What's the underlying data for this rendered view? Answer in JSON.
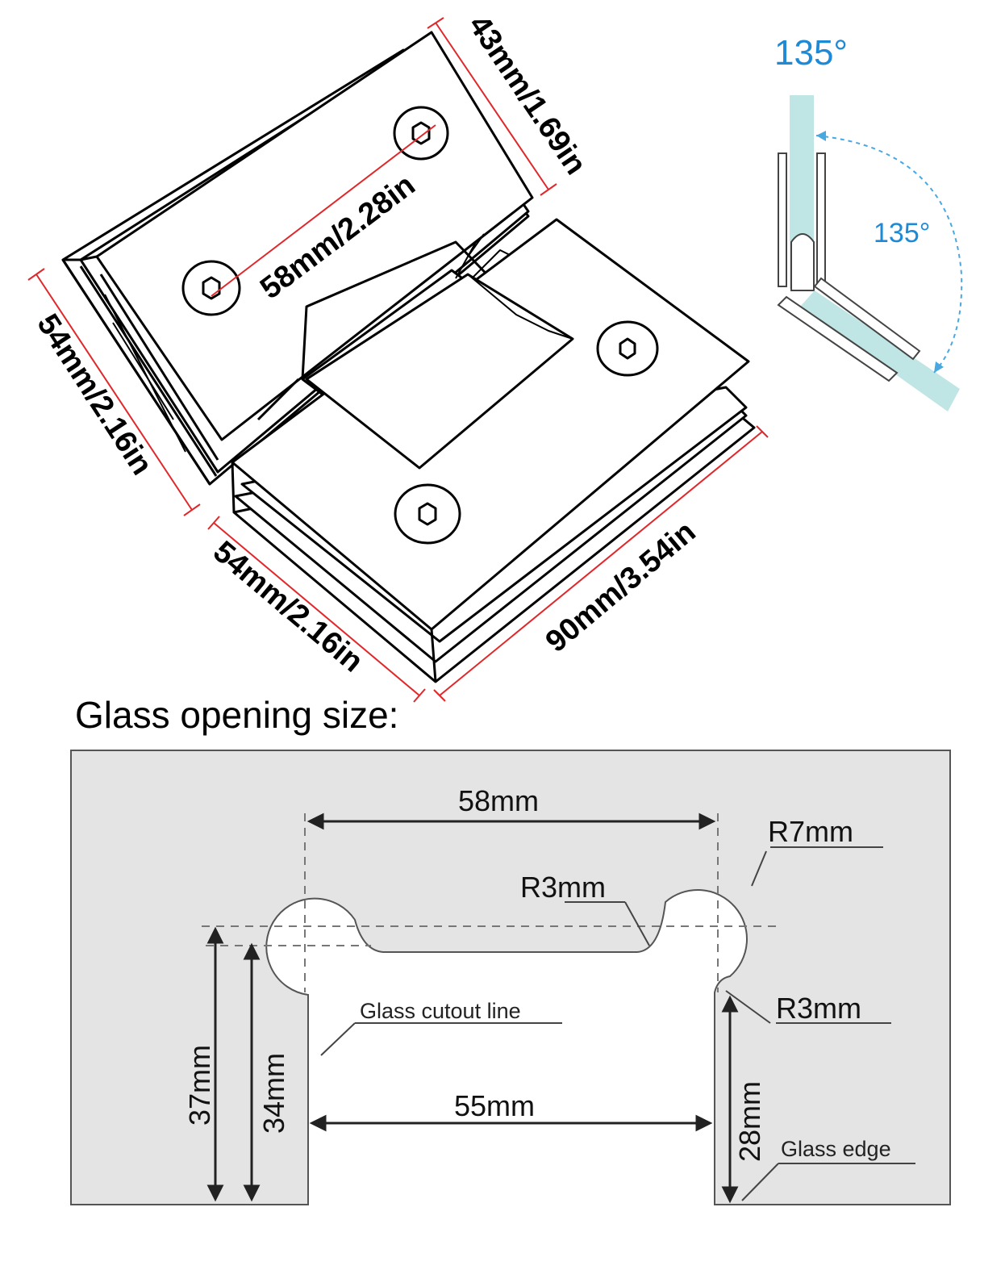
{
  "hinge_dimensions": {
    "top_edge": "43mm/1.69in",
    "hole_spacing": "58mm/2.28in",
    "left_height": "54mm/2.16in",
    "bottom_width": "54mm/2.16in",
    "bottom_length": "90mm/3.54in"
  },
  "angle_diagram": {
    "label_top": "135°",
    "label_arc": "135°"
  },
  "glass_opening": {
    "title": "Glass opening size:",
    "top_span": "58mm",
    "radius_large": "R7mm",
    "radius_small_inner": "R3mm",
    "radius_small_side": "R3mm",
    "cutout_line": "Glass cutout line",
    "bottom_span": "55mm",
    "depth_outer": "37mm",
    "depth_inner": "34mm",
    "depth_right": "28mm",
    "glass_edge": "Glass edge"
  },
  "colors": {
    "dimension_line": "#e0282b",
    "glass": "#bfe6e4",
    "angle_text": "#1e8ad6",
    "angle_arc": "#4aa8e0",
    "glass_panel": "#e4e4e4"
  }
}
